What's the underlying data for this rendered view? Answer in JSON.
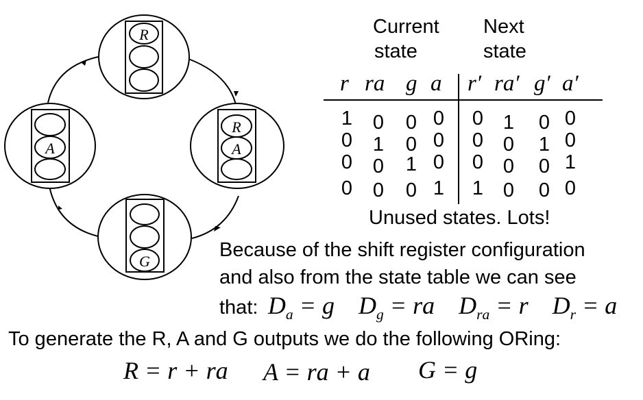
{
  "diagram": {
    "states": [
      {
        "id": "top",
        "lamp_labels": [
          "R",
          "",
          ""
        ]
      },
      {
        "id": "right",
        "lamp_labels": [
          "R",
          "A",
          ""
        ]
      },
      {
        "id": "bottom",
        "lamp_labels": [
          "",
          "",
          "G"
        ]
      },
      {
        "id": "left",
        "lamp_labels": [
          "",
          "A",
          ""
        ]
      }
    ]
  },
  "table": {
    "group_current": [
      "Current",
      "state"
    ],
    "group_next": [
      "Next",
      "state"
    ],
    "current_vars": [
      "r",
      "ra",
      "g",
      "a"
    ],
    "next_vars": [
      "r′",
      "ra′",
      "g′",
      "a′"
    ],
    "rows": [
      {
        "current": [
          "1",
          "0",
          "0",
          "0"
        ],
        "next": [
          "0",
          "1",
          "0",
          "0"
        ]
      },
      {
        "current": [
          "0",
          "1",
          "0",
          "0"
        ],
        "next": [
          "0",
          "0",
          "1",
          "0"
        ]
      },
      {
        "current": [
          "0",
          "0",
          "1",
          "0"
        ],
        "next": [
          "0",
          "0",
          "0",
          "1"
        ]
      },
      {
        "current": [
          "0",
          "0",
          "0",
          "1"
        ],
        "next": [
          "1",
          "0",
          "0",
          "0"
        ]
      }
    ],
    "note": "Unused states. Lots!"
  },
  "text": {
    "line1": "Because of the shift register configuration",
    "line2": "and also from the state table we can see",
    "line3_prefix": "that:",
    "eq_da": [
      "D",
      "a",
      "= g"
    ],
    "eq_dg": [
      "D",
      "g",
      "= ra"
    ],
    "eq_dra": [
      "D",
      "ra",
      "= r"
    ],
    "eq_dr": [
      "D",
      "r",
      "= a"
    ],
    "generate": "To generate the R, A and G outputs we do the following ORing:",
    "out_R": "R = r + ra",
    "out_A": "A = ra + a",
    "out_G": "G = g"
  }
}
